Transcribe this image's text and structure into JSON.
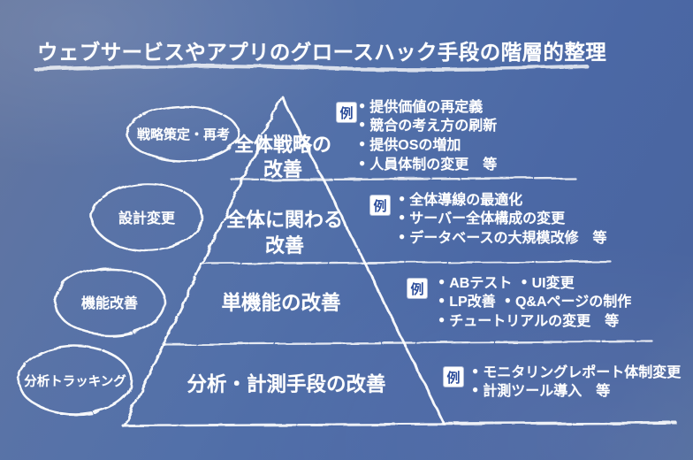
{
  "title": "ウェブサービスやアプリのグロースハック手段の階層的整理",
  "example_badge_label": "例",
  "icons": {
    "bullet": "●"
  },
  "colors": {
    "background_main": "#5270a9",
    "background_light": "#64769f",
    "chalk_white": "#ffffff",
    "badge_background": "#ffffff",
    "badge_text_blue": "#2e4f9c"
  },
  "pyramid": {
    "levels": [
      {
        "tag": "戦略策定・再考",
        "label_lines": [
          "全体戦略の",
          "改善"
        ],
        "examples": [
          [
            "提供価値の再定義"
          ],
          [
            "競合の考え方の刷新"
          ],
          [
            "提供OSの増加"
          ],
          [
            "人員体制の変更　等"
          ]
        ]
      },
      {
        "tag": "設計変更",
        "label_lines": [
          "全体に関わる",
          "改善"
        ],
        "examples": [
          [
            "全体導線の最適化"
          ],
          [
            "サーバー全体構成の変更"
          ],
          [
            "データベースの大規模改修　等"
          ]
        ]
      },
      {
        "tag": "機能改善",
        "label_lines": [
          "単機能の改善"
        ],
        "examples": [
          [
            "ABテスト",
            "UI変更"
          ],
          [
            "LP改善",
            "Q&Aページの制作"
          ],
          [
            "チュートリアルの変更　等"
          ]
        ]
      },
      {
        "tag": "分析トラッキング",
        "label_lines": [
          "分析・計測手段の改善"
        ],
        "examples": [
          [
            "モニタリングレポート体制変更"
          ],
          [
            "計測ツール導入　等"
          ]
        ]
      }
    ]
  }
}
